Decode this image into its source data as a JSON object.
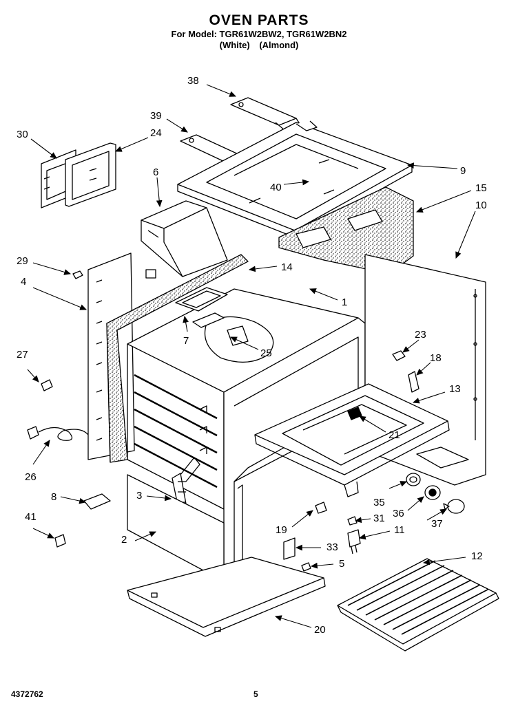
{
  "header": {
    "title": "OVEN PARTS",
    "model_line": "For Model: TGR61W2BW2, TGR61W2BN2",
    "color_white": "(White)",
    "color_almond": "(Almond)"
  },
  "callouts": [
    "38",
    "39",
    "30",
    "24",
    "6",
    "9",
    "15",
    "10",
    "40",
    "29",
    "14",
    "4",
    "1",
    "7",
    "23",
    "18",
    "27",
    "25",
    "13",
    "21",
    "26",
    "8",
    "3",
    "35",
    "36",
    "37",
    "31",
    "41",
    "2",
    "19",
    "11",
    "33",
    "12",
    "5",
    "20"
  ],
  "footer": {
    "doc_number": "4372762",
    "page_number": "5"
  }
}
